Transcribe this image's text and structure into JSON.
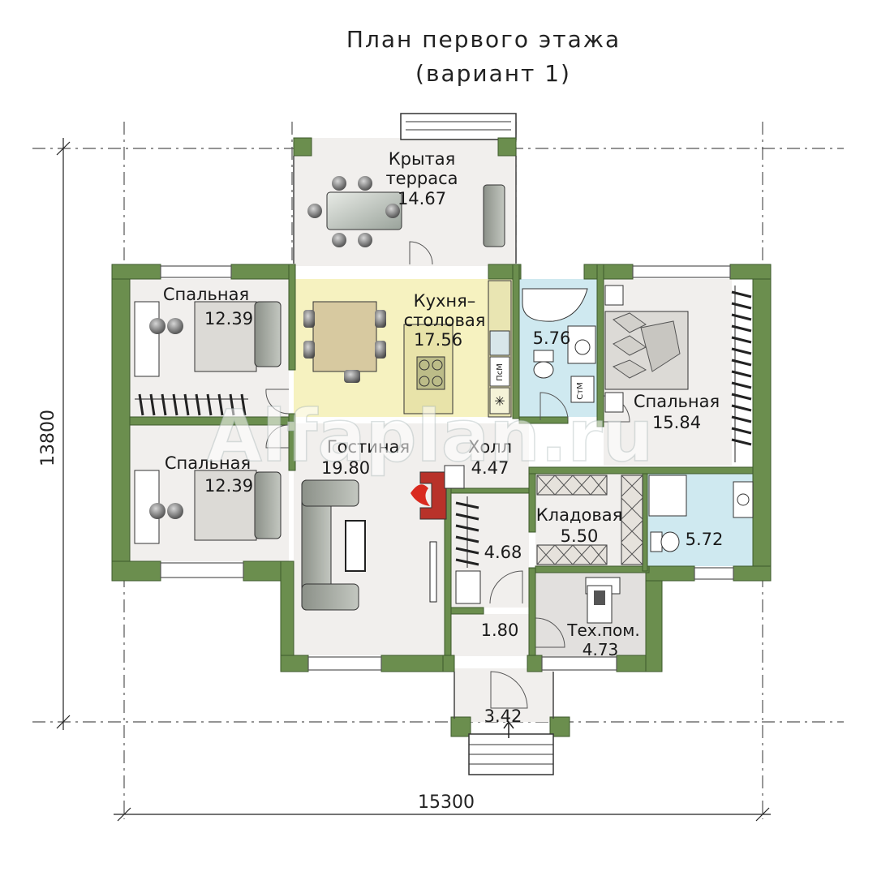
{
  "title": {
    "line1": "План первого этажа",
    "line2": "(вариант 1)"
  },
  "dimensions": {
    "height": "13800",
    "width": "15300"
  },
  "watermark": "Alfaplan.ru",
  "rooms": {
    "terrace": {
      "name1": "Крытая",
      "name2": "терраса",
      "area": "14.67"
    },
    "bedroom_top_left": {
      "name": "Спальная",
      "area": "12.39"
    },
    "kitchen": {
      "name1": "Кухня–",
      "name2": "столовая",
      "area": "17.56"
    },
    "bath_center": {
      "area": "5.76"
    },
    "bedroom_right": {
      "name": "Спальная",
      "area": "15.84"
    },
    "bedroom_bottom_left": {
      "name": "Спальная",
      "area": "12.39"
    },
    "living": {
      "name": "Гостиная",
      "area": "19.80"
    },
    "hall": {
      "name": "Холл",
      "area": "4.47"
    },
    "wardrobe": {
      "area": "4.68"
    },
    "vestibule": {
      "area": "1.80"
    },
    "storage": {
      "name": "Кладовая",
      "area": "5.50"
    },
    "bath_right": {
      "area": "5.72"
    },
    "tech": {
      "name": "Тех.пом.",
      "area": "4.73"
    },
    "porch": {
      "area": "3.42"
    }
  },
  "appliance_labels": {
    "dishwasher": "ПсМ",
    "washer": "СтМ"
  },
  "colors": {
    "wall": "#6b8e4e",
    "kitchen_floor": "#f6f2c0",
    "bath_floor": "#cfe9f0",
    "room_floor": "#f1efed",
    "tech_floor": "#e2e0de"
  }
}
